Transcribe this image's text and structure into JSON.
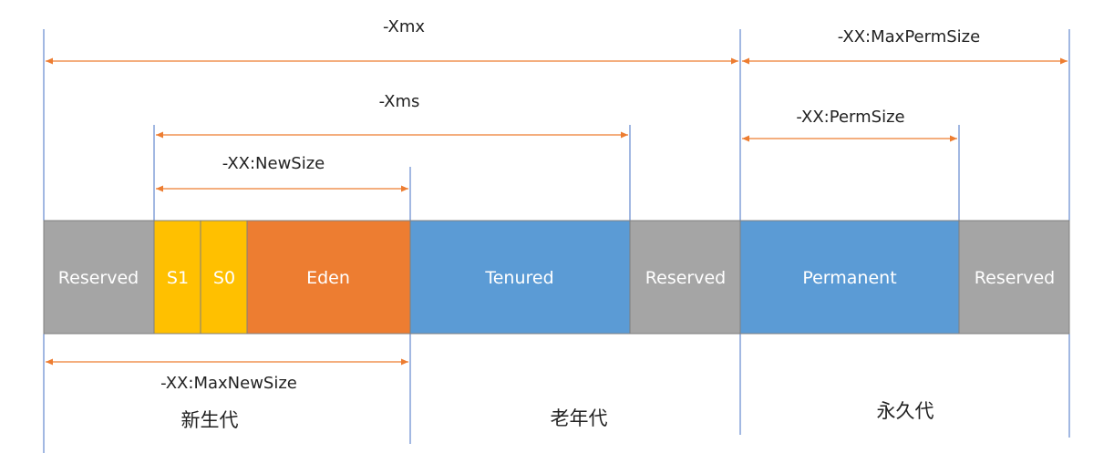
{
  "colors": {
    "reserved": "#a5a5a5",
    "survivor": "#ffc000",
    "eden": "#ed7d31",
    "blue": "#5b9bd5",
    "arrow": "#ed7d31",
    "guide": "#4472c4",
    "segment_text": "#ffffff"
  },
  "segments": {
    "reserved_1": "Reserved",
    "s1": "S1",
    "s0": "S0",
    "eden": "Eden",
    "tenured": "Tenured",
    "reserved_2": "Reserved",
    "permanent": "Permanent",
    "reserved_3": "Reserved"
  },
  "dimensions": {
    "xmx": "-Xmx",
    "max_perm_size": "-XX:MaxPermSize",
    "xms": "-Xms",
    "perm_size": "-XX:PermSize",
    "new_size": "-XX:NewSize",
    "max_new_size": "-XX:MaxNewSize"
  },
  "zones": {
    "young": "新生代",
    "old": "老年代",
    "permanent": "永久代"
  }
}
